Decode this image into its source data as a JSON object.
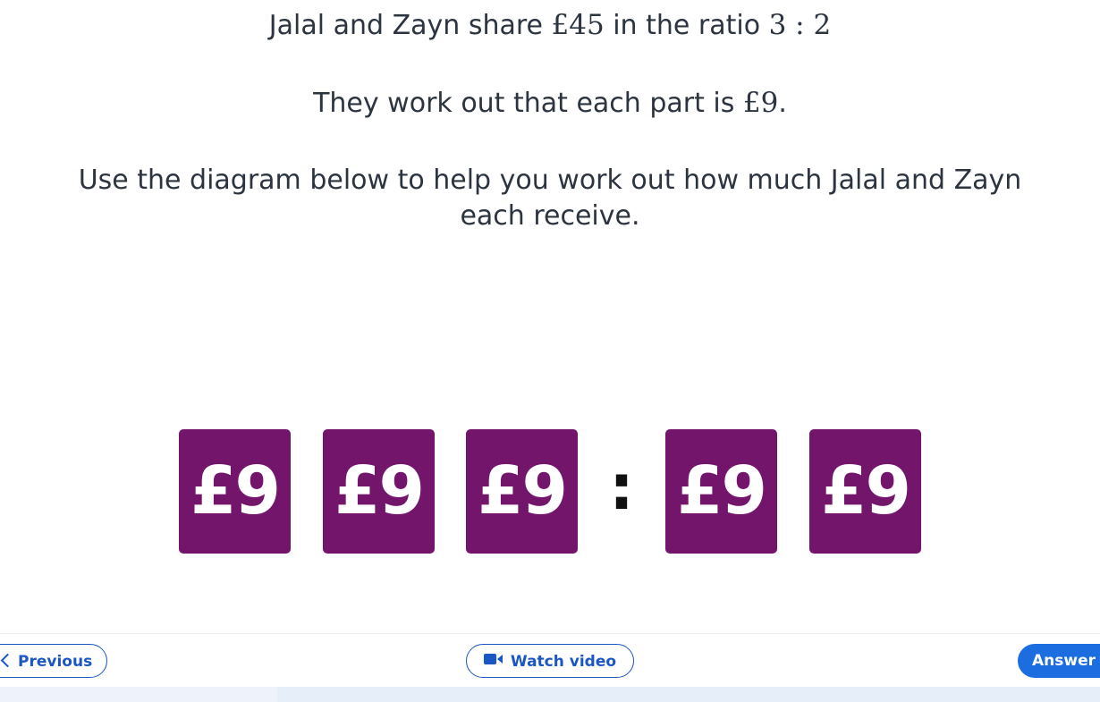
{
  "question": {
    "line1_prefix": "Jalal and Zayn share ",
    "line1_amount": "£45",
    "line1_mid": " in the ratio ",
    "line1_ratio": "3 : 2",
    "line2_prefix": "They work out that each part is ",
    "line2_amount": "£9",
    "line2_suffix": ".",
    "line3a": "Use the diagram below to help you work out how much Jalal and Zayn",
    "line3b": "each receive."
  },
  "diagram": {
    "tile_color": "#73156b",
    "left_tiles": [
      "£9",
      "£9",
      "£9"
    ],
    "separator": ":",
    "right_tiles": [
      "£9",
      "£9"
    ]
  },
  "footer": {
    "previous_label": "Previous",
    "previous_icon": "chevron-left-icon",
    "video_label": "Watch video",
    "video_icon": "video-camera-icon",
    "answer_label": "Answer",
    "accent_color": "#1b6de0"
  }
}
